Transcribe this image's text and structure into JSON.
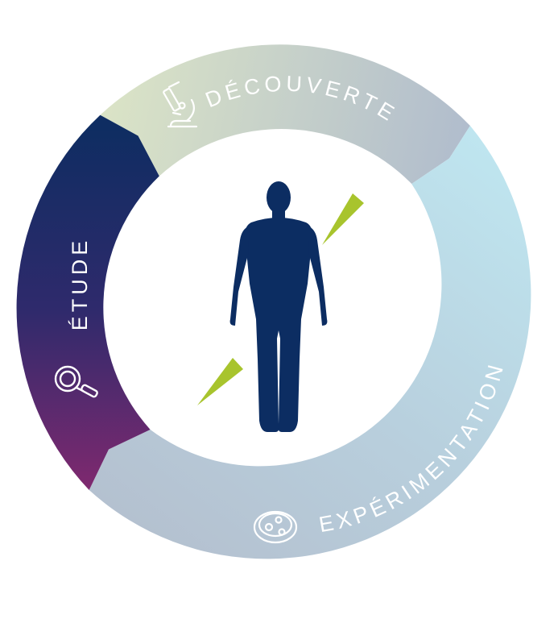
{
  "segments": [
    {
      "id": "decouverte",
      "label": "DÉCOUVERTE",
      "icon": "microscope-icon"
    },
    {
      "id": "experimentation",
      "label": "EXPÉRIMENTATION",
      "icon": "petri-dish-icon"
    },
    {
      "id": "etude",
      "label": "ÉTUDE",
      "icon": "magnifying-glass-icon"
    }
  ],
  "center": {
    "icon": "human-body-icon"
  },
  "colors": {
    "decouverte_start": "#dbe4c6",
    "decouverte_end": "#b0bccd",
    "experimentation_top": "#bfe6f0",
    "experimentation_bottom": "#b4c0cf",
    "etude_top": "#0f2d62",
    "etude_bottom": "#80296f",
    "figure": "#0c2d62",
    "accent": "#a8c42d"
  }
}
